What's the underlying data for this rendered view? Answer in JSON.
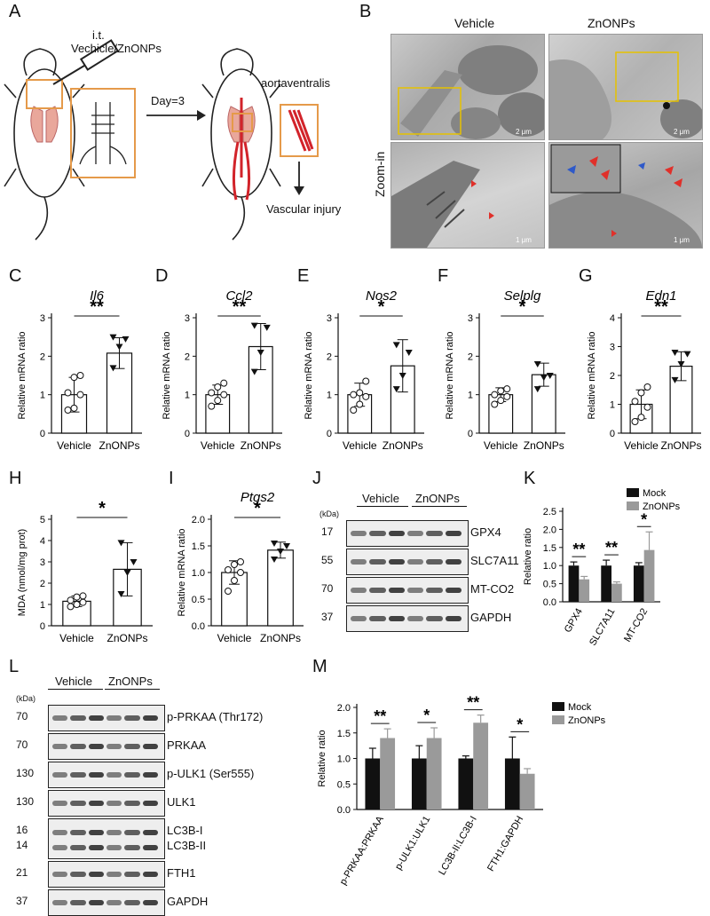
{
  "panels": {
    "A": {
      "letter": "A",
      "injection_label": "i.t.",
      "injection_label2": "Vechicle/ZnONPs",
      "time_label": "Day=3",
      "tissue_label": "aortaventralis",
      "outcome_label": "Vascular injury"
    },
    "B": {
      "letter": "B",
      "col1": "Vehicle",
      "col2": "ZnONPs",
      "row2": "Zoom-in",
      "scale_top": "2 μm",
      "scale_bottom": "1 μm"
    },
    "C": {
      "letter": "C",
      "gene": "Il6",
      "sig": "**"
    },
    "D": {
      "letter": "D",
      "gene": "Ccl2",
      "sig": "**"
    },
    "E": {
      "letter": "E",
      "gene": "Nos2",
      "sig": "*"
    },
    "F": {
      "letter": "F",
      "gene": "Selplg",
      "sig": "*"
    },
    "G": {
      "letter": "G",
      "gene": "Edn1",
      "sig": "**"
    },
    "H": {
      "letter": "H",
      "sig": "*"
    },
    "I": {
      "letter": "I",
      "gene": "Ptgs2",
      "sig": "*"
    },
    "J": {
      "letter": "J",
      "group1": "Vehicle",
      "group2": "ZnONPs",
      "kda": "(kDa)",
      "rows": [
        {
          "mw": "17",
          "label": "GPX4"
        },
        {
          "mw": "55",
          "label": "SLC7A11"
        },
        {
          "mw": "70",
          "label": "MT-CO2"
        },
        {
          "mw": "37",
          "label": "GAPDH"
        }
      ]
    },
    "K": {
      "letter": "K"
    },
    "L": {
      "letter": "L",
      "group1": "Vehicle",
      "group2": "ZnONPs",
      "kda": "(kDa)",
      "rows": [
        {
          "mw": "70",
          "label": "p-PRKAA (Thr172)"
        },
        {
          "mw": "70",
          "label": "PRKAA"
        },
        {
          "mw": "130",
          "label": "p-ULK1 (Ser555)"
        },
        {
          "mw": "130",
          "label": "ULK1"
        },
        {
          "mw": "16",
          "label": "LC3B-I"
        },
        {
          "mw": "14",
          "label": "LC3B-II"
        },
        {
          "mw": "21",
          "label": "FTH1"
        },
        {
          "mw": "37",
          "label": "GAPDH"
        }
      ]
    },
    "M": {
      "letter": "M"
    }
  },
  "chart_data": [
    {
      "id": "C",
      "type": "bar",
      "title": "Il6",
      "ylabel": "Relative mRNA ratio",
      "categories": [
        "Vehicle",
        "ZnONPs"
      ],
      "values": [
        1.0,
        2.08
      ],
      "errors": [
        0.45,
        0.4
      ],
      "ylim": [
        0,
        3
      ],
      "yticks": [
        0,
        1,
        2,
        3
      ],
      "points": [
        [
          0.6,
          0.65,
          1.0,
          1.05,
          1.45,
          1.5
        ],
        [
          1.7,
          2.25,
          2.45,
          2.5
        ]
      ],
      "significance": "**"
    },
    {
      "id": "D",
      "type": "bar",
      "title": "Ccl2",
      "ylabel": "Relative mRNA ratio",
      "categories": [
        "Vehicle",
        "ZnONPs"
      ],
      "values": [
        1.0,
        2.25
      ],
      "errors": [
        0.25,
        0.6
      ],
      "ylim": [
        0,
        3
      ],
      "yticks": [
        0,
        1,
        2,
        3
      ],
      "points": [
        [
          0.7,
          0.85,
          1.0,
          1.05,
          1.2,
          1.3
        ],
        [
          1.6,
          2.1,
          2.75,
          2.8
        ]
      ],
      "significance": "**"
    },
    {
      "id": "E",
      "type": "bar",
      "title": "Nos2",
      "ylabel": "Relative mRNA ratio",
      "categories": [
        "Vehicle",
        "ZnONPs"
      ],
      "values": [
        1.0,
        1.75
      ],
      "errors": [
        0.3,
        0.68
      ],
      "ylim": [
        0,
        3
      ],
      "yticks": [
        0,
        1,
        2,
        3
      ],
      "points": [
        [
          0.6,
          0.75,
          0.95,
          1.0,
          1.05,
          1.35
        ],
        [
          1.15,
          1.5,
          2.1,
          2.3
        ]
      ],
      "significance": "*"
    },
    {
      "id": "F",
      "type": "bar",
      "title": "Selplg",
      "ylabel": "Relative mRNA ratio",
      "categories": [
        "Vehicle",
        "ZnONPs"
      ],
      "values": [
        1.0,
        1.52
      ],
      "errors": [
        0.18,
        0.3
      ],
      "ylim": [
        0,
        3
      ],
      "yticks": [
        0,
        1,
        2,
        3
      ],
      "points": [
        [
          0.75,
          0.85,
          0.95,
          1.0,
          1.1,
          1.15
        ],
        [
          1.15,
          1.45,
          1.5,
          1.8
        ]
      ],
      "significance": "*"
    },
    {
      "id": "G",
      "type": "bar",
      "title": "Edn1",
      "ylabel": "Relative mRNA ratio",
      "categories": [
        "Vehicle",
        "ZnONPs"
      ],
      "values": [
        1.0,
        2.32
      ],
      "errors": [
        0.5,
        0.5
      ],
      "ylim": [
        0,
        4
      ],
      "yticks": [
        0,
        1,
        2,
        3,
        4
      ],
      "points": [
        [
          0.4,
          0.55,
          0.9,
          1.1,
          1.4,
          1.6
        ],
        [
          1.85,
          2.4,
          2.75,
          2.8
        ]
      ],
      "significance": "**"
    },
    {
      "id": "H",
      "type": "bar",
      "title": "",
      "ylabel": "MDA (nmol/mg prot)",
      "categories": [
        "Vehicle",
        "ZnONPs"
      ],
      "values": [
        1.15,
        2.65
      ],
      "errors": [
        0.25,
        1.25
      ],
      "ylim": [
        0,
        5
      ],
      "yticks": [
        0,
        1,
        2,
        3,
        4,
        5
      ],
      "points": [
        [
          0.9,
          1.0,
          1.1,
          1.2,
          1.35,
          1.4
        ],
        [
          1.5,
          2.5,
          3.0,
          3.9
        ]
      ],
      "significance": "*"
    },
    {
      "id": "I",
      "type": "bar",
      "title": "Ptgs2",
      "ylabel": "Relative mRNA ratio",
      "categories": [
        "Vehicle",
        "ZnONPs"
      ],
      "values": [
        1.0,
        1.42
      ],
      "errors": [
        0.22,
        0.15
      ],
      "ylim": [
        0,
        2.0
      ],
      "yticks": [
        0,
        0.5,
        1.0,
        1.5,
        2.0
      ],
      "points": [
        [
          0.65,
          0.85,
          1.0,
          1.05,
          1.15,
          1.2
        ],
        [
          1.25,
          1.4,
          1.5,
          1.55
        ]
      ],
      "significance": "*"
    },
    {
      "id": "K",
      "type": "bar",
      "ylabel": "Relative ratio",
      "categories": [
        "GPX4",
        "SLC7A11",
        "MT-CO2"
      ],
      "series": [
        {
          "name": "Mock",
          "values": [
            1.0,
            1.0,
            1.0
          ],
          "errors": [
            0.1,
            0.15,
            0.08
          ]
        },
        {
          "name": "ZnONPs",
          "values": [
            0.62,
            0.5,
            1.43
          ],
          "errors": [
            0.08,
            0.05,
            0.5
          ]
        }
      ],
      "ylim": [
        0,
        2.5
      ],
      "yticks": [
        0,
        0.5,
        1.0,
        1.5,
        2.0,
        2.5
      ],
      "significance": [
        "**",
        "**",
        "*"
      ]
    },
    {
      "id": "M",
      "type": "bar",
      "ylabel": "Relative ratio",
      "categories": [
        "p-PRKAA:PRKAA",
        "p-ULK1:ULK1",
        "LC3B-II:LC3B-I",
        "FTH1:GAPDH"
      ],
      "series": [
        {
          "name": "Mock",
          "values": [
            1.0,
            1.0,
            1.0,
            1.0
          ],
          "errors": [
            0.2,
            0.25,
            0.05,
            0.42
          ]
        },
        {
          "name": "ZnONPs",
          "values": [
            1.4,
            1.4,
            1.7,
            0.7
          ],
          "errors": [
            0.18,
            0.2,
            0.15,
            0.1
          ]
        }
      ],
      "ylim": [
        0,
        2.0
      ],
      "yticks": [
        0,
        0.5,
        1.0,
        1.5,
        2.0
      ],
      "significance": [
        "**",
        "*",
        "**",
        "*"
      ]
    }
  ]
}
